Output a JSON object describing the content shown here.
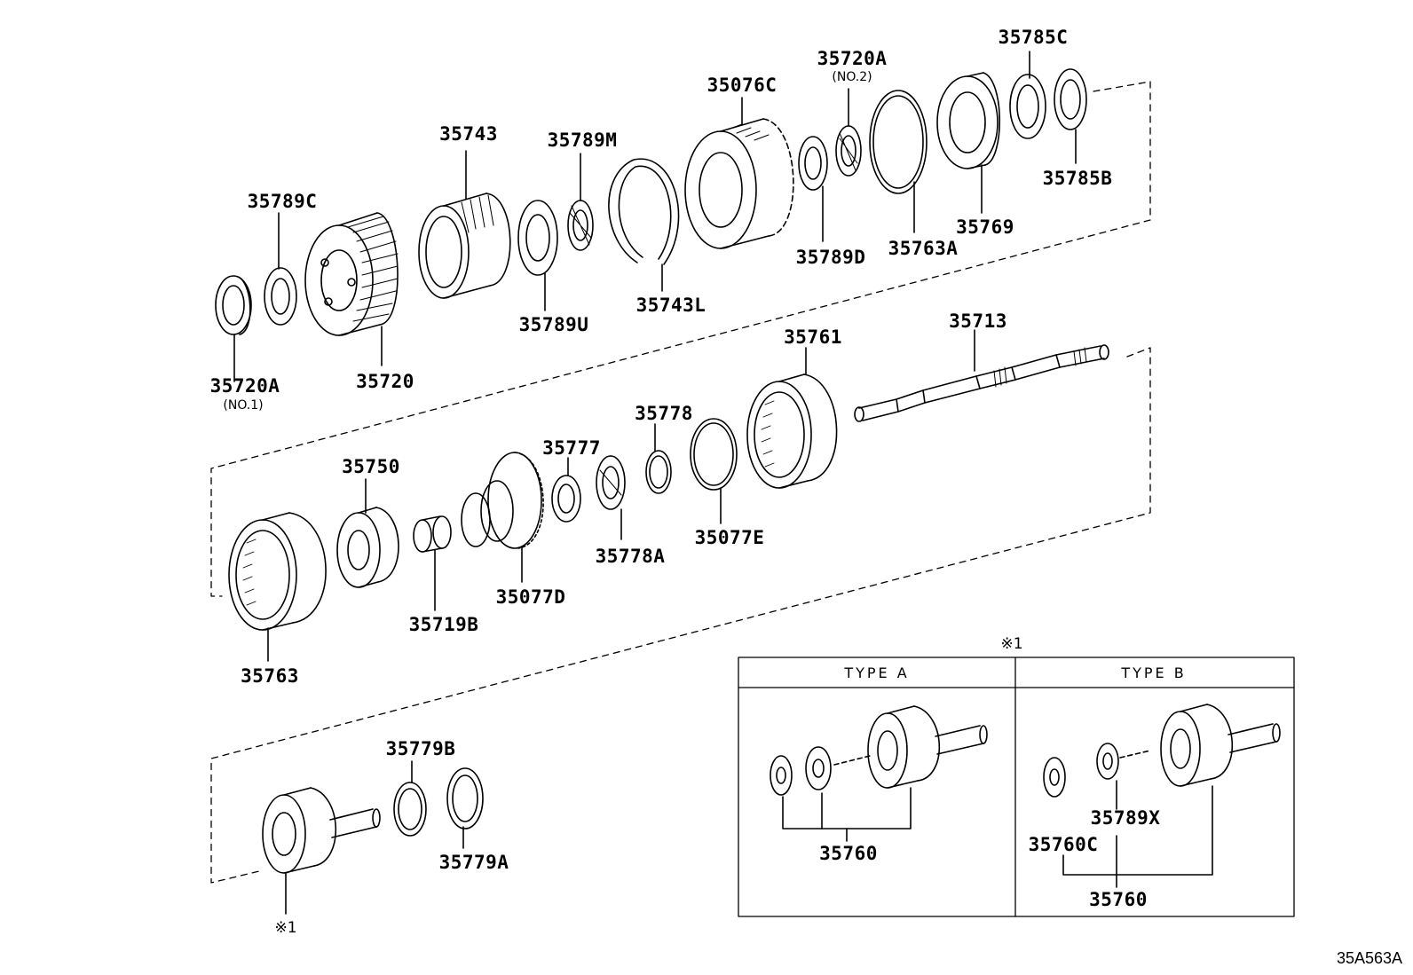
{
  "parts": {
    "p35785C": "35785C",
    "p35720A_no2": "35720A",
    "no2": "(NO.2)",
    "p35076C": "35076C",
    "p35743": "35743",
    "p35789M": "35789M",
    "p35789C": "35789C",
    "p35785B": "35785B",
    "p35769": "35769",
    "p35789D": "35789D",
    "p35763A": "35763A",
    "p35743L": "35743L",
    "p35789U": "35789U",
    "p35720A_no1": "35720A",
    "no1": "(NO.1)",
    "p35720": "35720",
    "p35761": "35761",
    "p35713": "35713",
    "p35778": "35778",
    "p35777": "35777",
    "p35750": "35750",
    "p35077E": "35077E",
    "p35778A": "35778A",
    "p35077D": "35077D",
    "p35719B": "35719B",
    "p35763": "35763",
    "p35779B": "35779B",
    "p35779A": "35779A",
    "p35760_a": "35760",
    "p35789X": "35789X",
    "p35760C": "35760C",
    "p35760_b": "35760"
  },
  "inset": {
    "note": "※1",
    "type_a": "TYPE  A",
    "type_b": "TYPE  B"
  },
  "footnote_mark": "※1",
  "diagram_code": "35A563A"
}
